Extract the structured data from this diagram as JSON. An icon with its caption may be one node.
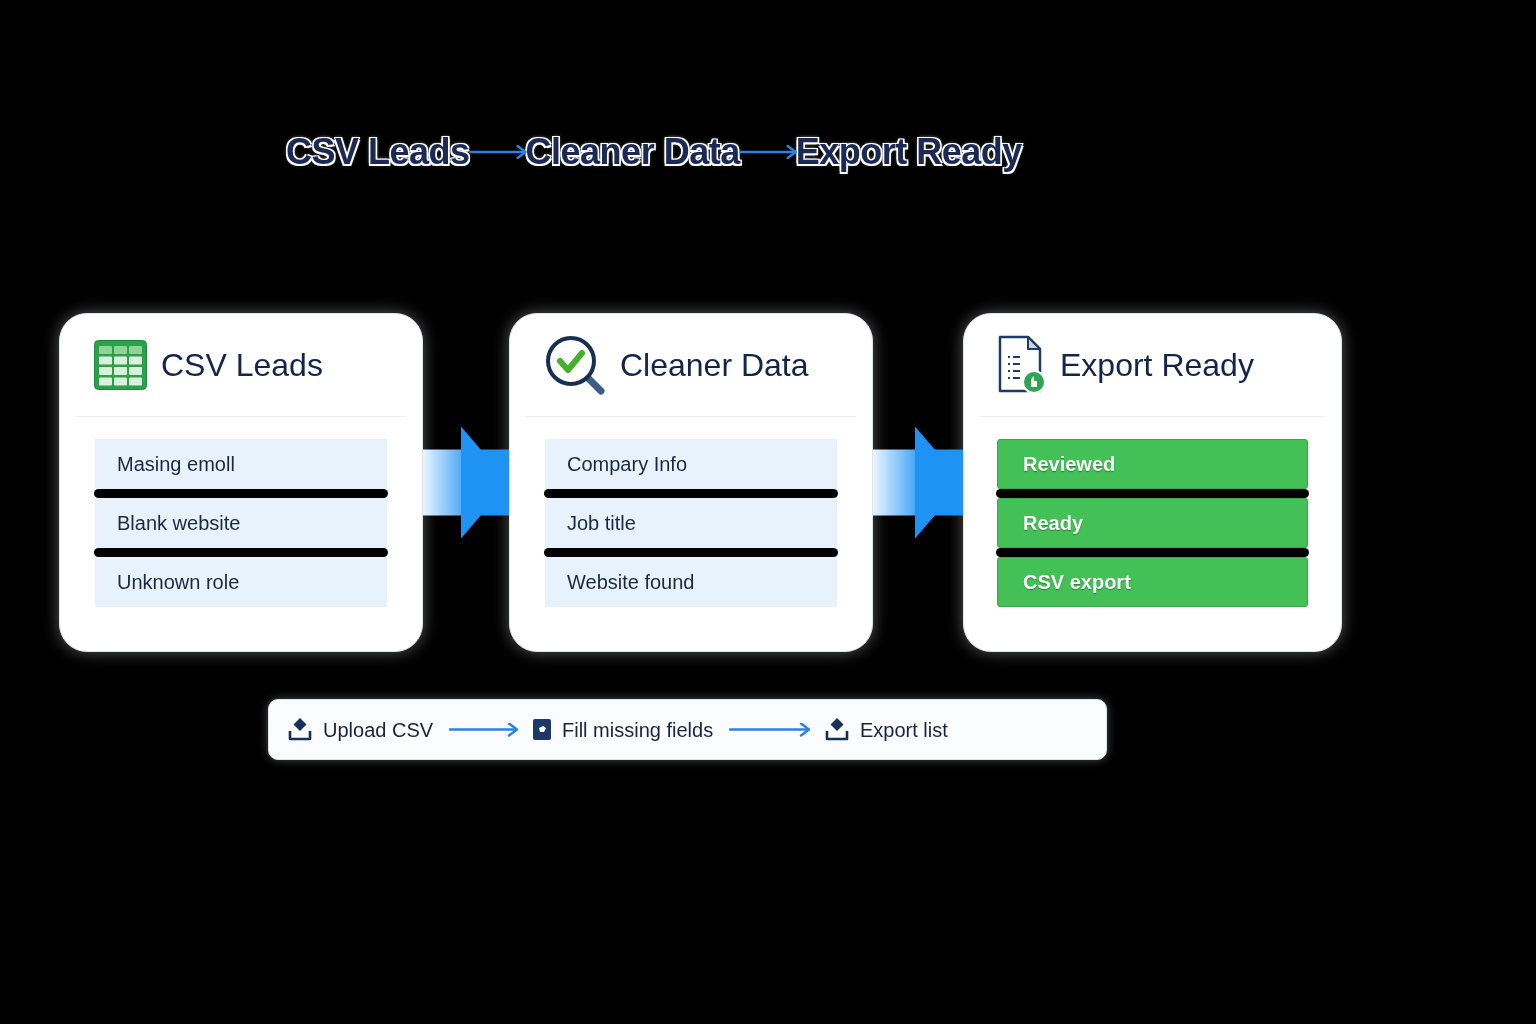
{
  "diagram": {
    "nodes": [
      {
        "text": [
          "CSV Leads"
        ]
      },
      {
        "text": [
          "Cleaner Data"
        ]
      },
      {
        "text": [
          "Export Ready"
        ]
      },
      {
        "text": [
          "CSV Leads"
        ]
      },
      {
        "text": [
          "Masing emoll"
        ],
        "in": 3
      },
      {
        "text": [
          "Blank website"
        ],
        "in": 3
      },
      {
        "text": [
          "Unknown role"
        ],
        "in": 3
      },
      {
        "text": [
          "Cleaner Data"
        ]
      },
      {
        "text": [
          "Compary Info"
        ],
        "in": 7
      },
      {
        "text": [
          "Job title"
        ],
        "in": 7
      },
      {
        "text": [
          "Website found"
        ],
        "in": 7
      },
      {
        "text": [
          "Export Ready"
        ]
      },
      {
        "text": [
          "Reviewed"
        ],
        "in": 11
      },
      {
        "text": [
          "Ready"
        ],
        "in": 11
      },
      {
        "text": [
          "CSV export"
        ],
        "in": 11
      },
      {
        "text": [],
        "shape": "box"
      },
      {
        "text": [
          "Upload CSV"
        ],
        "in": 15
      },
      {
        "text": [
          "Fill missing fields"
        ],
        "in": 15
      },
      {
        "text": [
          "Export list"
        ],
        "in": 15
      }
    ],
    "edges": [
      {
        "from": 0,
        "to": 1,
        "arrow": "to"
      },
      {
        "from": 1,
        "to": 2,
        "arrow": "to"
      },
      {
        "from": 3,
        "to": 7,
        "arrow": "to",
        "style": "thick"
      },
      {
        "from": 7,
        "to": 11,
        "arrow": "to",
        "style": "thick"
      },
      {
        "from": 16,
        "to": 17,
        "arrow": "to"
      },
      {
        "from": 17,
        "to": 18,
        "arrow": "to"
      }
    ]
  }
}
